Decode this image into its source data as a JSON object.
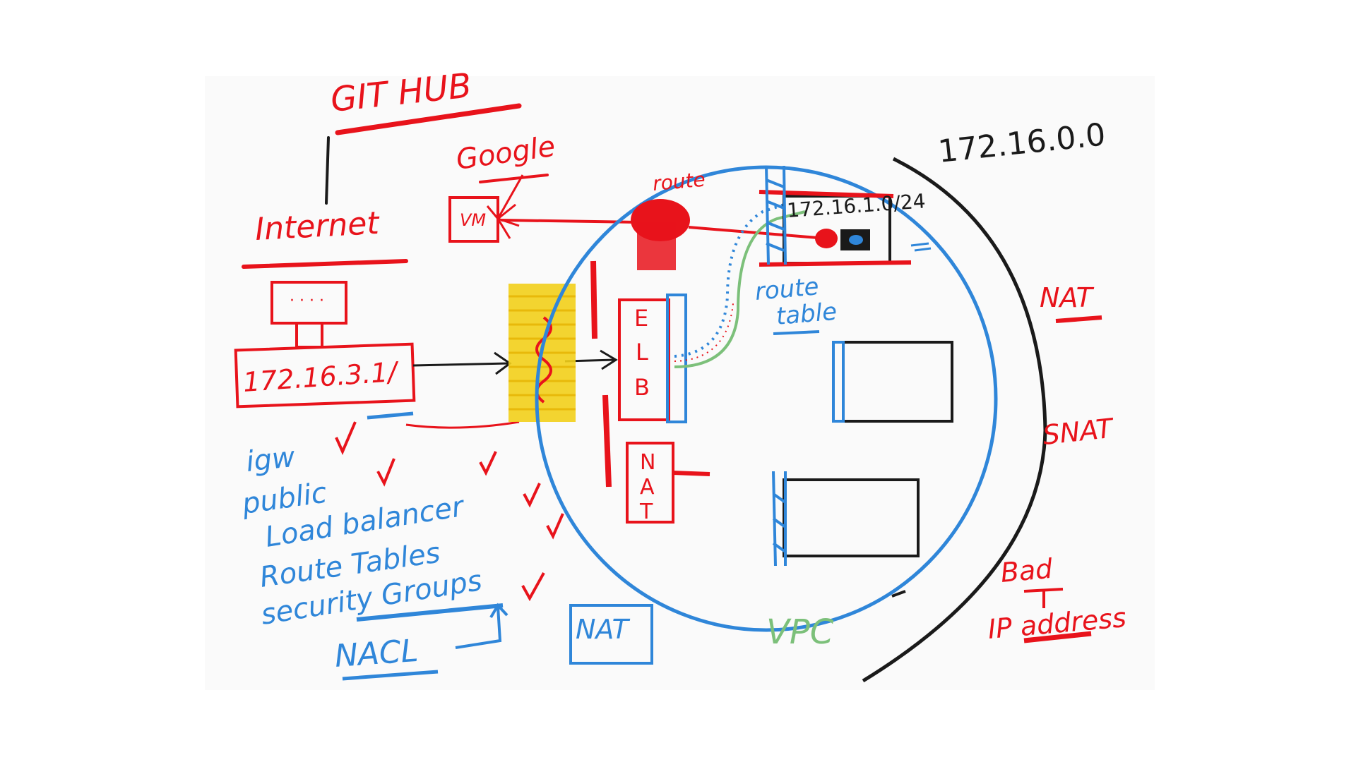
{
  "colors": {
    "red": "#e8131b",
    "blue": "#2f86d9",
    "black": "#1a1a1a",
    "green": "#7cc07a",
    "yellow": "#f2cf1a",
    "canvas": "#fafafa"
  },
  "labels": {
    "github": "GIT HUB",
    "google": "Google",
    "internet": "Internet",
    "vm": "VM",
    "client_ip": "172.16.3.1/",
    "elb": [
      "E",
      "L",
      "B"
    ],
    "nat_box": [
      "N",
      "A",
      "T"
    ],
    "route_table": [
      "route",
      "table"
    ],
    "subnet_cidr": "172.16.1.0/24",
    "vpc_cidr": "172.16.0.0",
    "vpc": "VPC",
    "nat_right": "NAT",
    "snat": "SNAT",
    "bad_ip": [
      "Bad",
      "IP address"
    ],
    "nat_bottom": "NAT",
    "nacl": "NACL",
    "checklist": [
      "igw",
      "public",
      "Load balancer",
      "Route Tables",
      "security Groups"
    ]
  }
}
